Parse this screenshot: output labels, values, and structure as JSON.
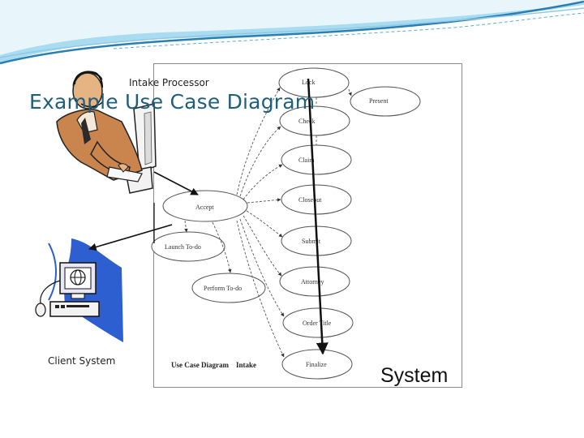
{
  "slide": {
    "title": "Example Use Case Diagram",
    "system_label": "System"
  },
  "actors": {
    "intake_processor": "Intake Processor",
    "client_system": "Client System"
  },
  "diagram": {
    "caption": "Use Case Diagram    Intake",
    "use_cases": {
      "lock": "Lock",
      "present": "Present",
      "check": "Check",
      "claim": "Claim",
      "closeout": "Closeout",
      "accept": "Accept",
      "launch_todo": "Launch To-do",
      "submit": "Submit",
      "perform_todo": "Perform To-do",
      "attorney": "Attorney",
      "order_title": "Order Title",
      "finalize": "Finalize"
    }
  },
  "colors": {
    "title": "#1f5f7a",
    "wave_dark": "#2a7fb0",
    "wave_light": "#8fc9e6",
    "arrow": "#1a1a1a"
  }
}
